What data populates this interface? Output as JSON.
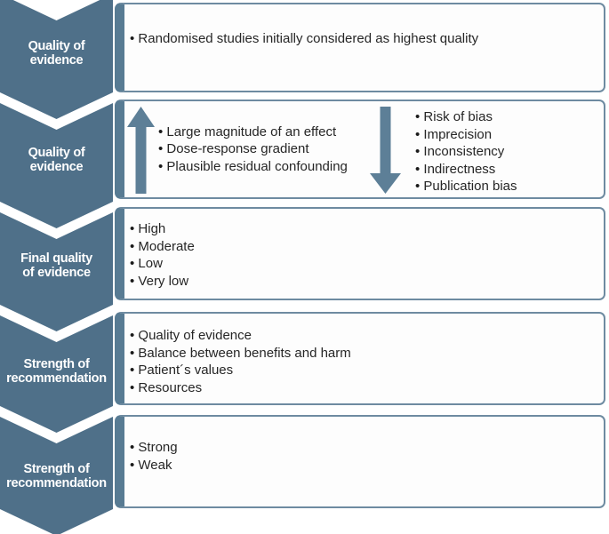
{
  "colors": {
    "chevron_fill": "#4f7089",
    "box_border": "#6e8ba1",
    "box_left_edge": "#587b93",
    "arrow_fill": "#5d7f97",
    "bullet_text": "#262626",
    "label_text": "#ffffff"
  },
  "chevron_labels": [
    {
      "line1": "Quality of",
      "line2": "evidence"
    },
    {
      "line1": "Quality of",
      "line2": "evidence"
    },
    {
      "line1": "Final quality",
      "line2": "of evidence"
    },
    {
      "line1": "Strength of",
      "line2": "recommendation"
    },
    {
      "line1": "Strength of",
      "line2": "recommendation"
    }
  ],
  "boxes": {
    "box1": {
      "items": [
        "Randomised studies initially considered as highest quality"
      ]
    },
    "box2": {
      "increase_items": [
        "Large magnitude of an effect",
        "Dose-response gradient",
        "Plausible residual confounding"
      ],
      "decrease_items": [
        "Risk of bias",
        "Imprecision",
        "Inconsistency",
        "Indirectness",
        "Publication bias"
      ]
    },
    "box3": {
      "items": [
        "High",
        "Moderate",
        "Low",
        "Very low"
      ]
    },
    "box4": {
      "items": [
        "Quality of evidence",
        "Balance between benefits and harm",
        "Patient´s values",
        "Resources"
      ]
    },
    "box5": {
      "items": [
        "Strong",
        "Weak"
      ]
    }
  }
}
